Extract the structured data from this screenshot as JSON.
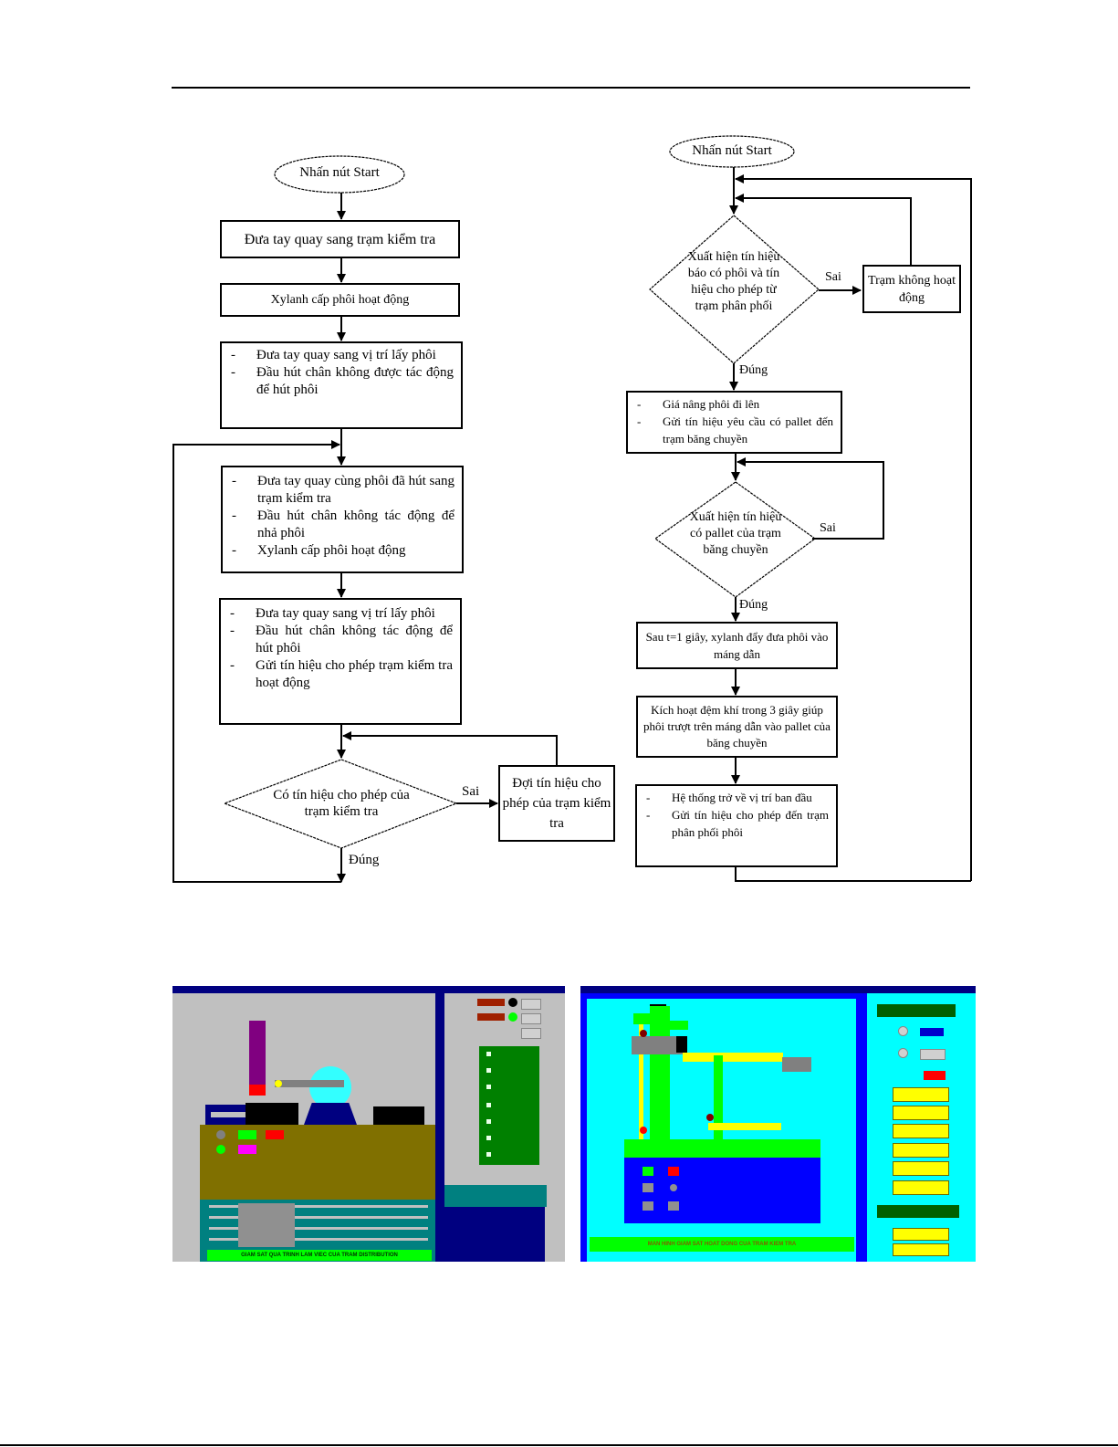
{
  "left_flowchart": {
    "start": "Nhấn nút Start",
    "step1": "Đưa tay quay sang trạm kiểm tra",
    "step2": "Xylanh cấp phôi hoạt động",
    "step3": [
      "Đưa tay quay sang vị trí lấy phôi",
      "Đầu hút chân không được tác động để hút phôi"
    ],
    "step4": [
      "Đưa tay quay cùng phôi đã hút sang trạm kiểm tra",
      "Đầu hút chân không tác động để nhả phôi",
      "Xylanh cấp phôi hoạt động"
    ],
    "step5": [
      "Đưa tay quay sang vị trí lấy phôi",
      "Đầu hút chân không tác động để hút phôi",
      "Gửi tín hiệu cho phép trạm kiểm tra hoạt động"
    ],
    "decision": "Có tín hiệu cho phép của trạm kiểm tra",
    "wait_box": "Đợi tín hiệu cho phép của trạm kiểm tra",
    "no_label": "Sai",
    "yes_label": "Đúng",
    "bullet": "-"
  },
  "right_flowchart": {
    "start": "Nhấn nút Start",
    "decision1": "Xuất hiện tín hiệu báo có phôi và tín hiệu cho phép từ trạm phân phối",
    "inactive_box": "Trạm không hoạt động",
    "step1": [
      "Giá nâng phôi đi lên",
      "Gửi tín hiệu yêu cầu có pallet đến trạm băng chuyền"
    ],
    "decision2": "Xuất hiện tín hiệu có pallet của trạm băng chuyền",
    "step2": "Sau t=1 giây, xylanh đẩy đưa phôi vào máng dẫn",
    "step3": "Kích hoạt đệm khí trong 3 giây giúp phôi trượt trên máng dẫn vào pallet của băng chuyền",
    "step4": [
      "Hệ thống trở về vị trí ban đầu",
      "Gửi tín hiệu cho phép đến trạm phân phối phôi"
    ],
    "no_label": "Sai",
    "yes_label": "Đúng",
    "bullet": "-"
  },
  "screenshot_left": {
    "banner": "GIAM SAT QUA TRINH LAM VIEC CUA TRAM DISTRIBUTION",
    "colors": {
      "window": "#c0c0c0",
      "frame": "#000080",
      "body": "#807000",
      "panel": "#008000",
      "rack": "#008080",
      "banner": "#00ff00"
    }
  },
  "screenshot_right": {
    "banner": "MAN HINH GIAM SAT HOAT DONG CUA TRAM KIEM TRA",
    "colors": {
      "background": "#00ffff",
      "frame": "#0000ff",
      "column": "#00ff00",
      "arm": "#ffff00",
      "base": "#0000ff"
    }
  }
}
